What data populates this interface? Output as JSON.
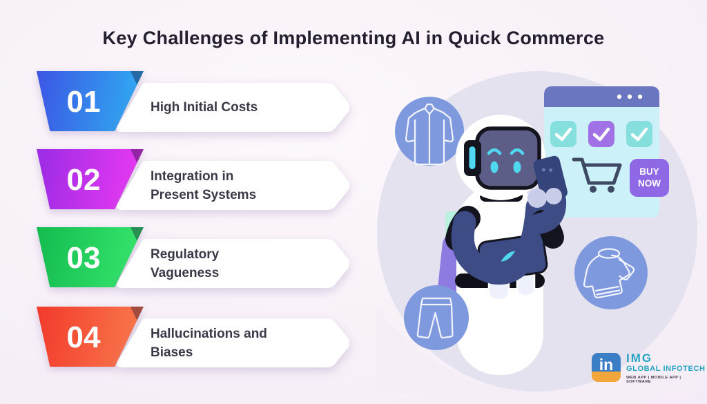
{
  "title": "Key Challenges of Implementing AI in Quick Commerce",
  "challenges": [
    {
      "number": "01",
      "lines": [
        "High Initial Costs",
        ""
      ],
      "gradient": [
        "#3c55e4",
        "#2fb1f2"
      ]
    },
    {
      "number": "02",
      "lines": [
        "Integration in",
        "Present Systems"
      ],
      "gradient": [
        "#9b2be4",
        "#ee3af3"
      ]
    },
    {
      "number": "03",
      "lines": [
        "Regulatory",
        "Vagueness"
      ],
      "gradient": [
        "#14bb4f",
        "#38e86e"
      ]
    },
    {
      "number": "04",
      "lines": [
        "Hallucinations and",
        "Biases"
      ],
      "gradient": [
        "#f2392b",
        "#f97c4e"
      ]
    }
  ],
  "illustration": {
    "buy_now_lines": [
      "BUY",
      "NOW"
    ],
    "icons": [
      "shirt-icon",
      "pants-icon",
      "jacket-icon",
      "cart-icon",
      "checkmark-icon",
      "phone-icon",
      "robot"
    ],
    "colors": {
      "scene_circle": "#e4e2ee",
      "icon_circle": "#7e99de",
      "browser_header": "#6b76c1",
      "browser_body": "#cdf1f9",
      "checkbox_cyan": "#84dfdd",
      "checkbox_purple": "#a171e6",
      "buy_now_button": "#8f68e5",
      "robot_navy": "#3e4c85",
      "robot_accent_cyan": "#4fd8f0",
      "backpack_purple": "#8d7be1"
    }
  },
  "logo": {
    "monogram": "in",
    "name": "IMG",
    "subtitle": "GLOBAL INFOTECH",
    "tagline": "WEB APP | MOBILE APP | SOFTWARE"
  }
}
